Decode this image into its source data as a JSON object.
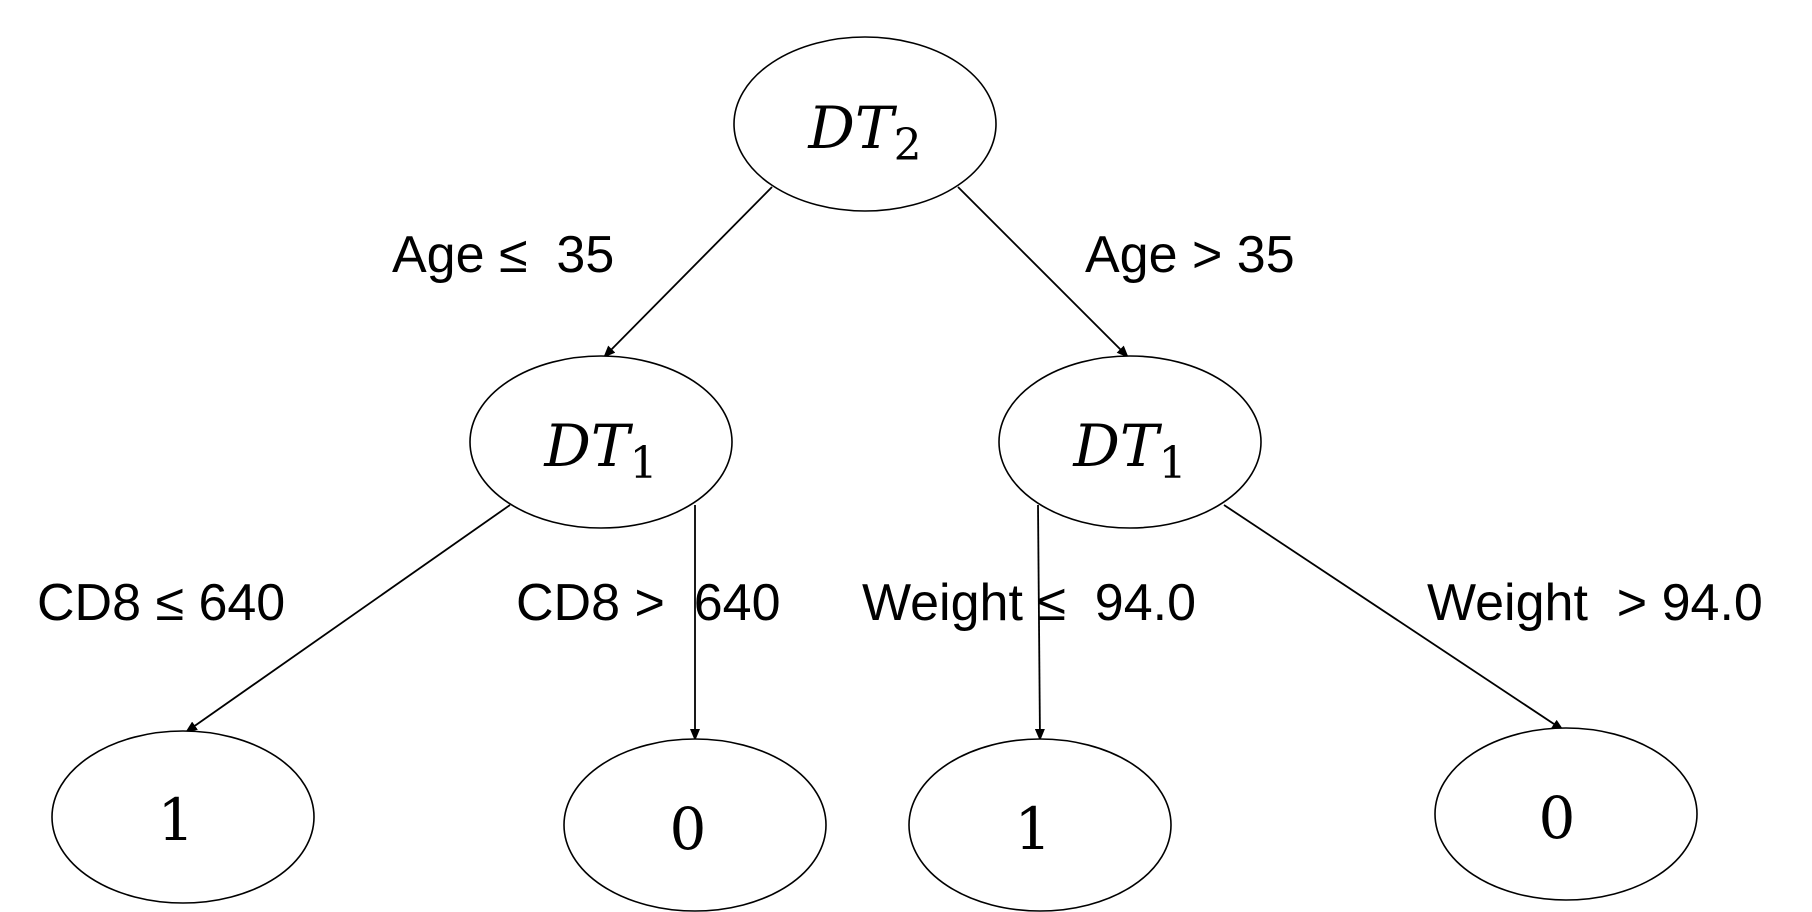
{
  "nodes": {
    "root": {
      "main": "DT",
      "sub": "2"
    },
    "left": {
      "main": "DT",
      "sub": "1"
    },
    "right": {
      "main": "DT",
      "sub": "1"
    },
    "leaf_ll": {
      "text": "1"
    },
    "leaf_lr": {
      "text": "0"
    },
    "leaf_rl": {
      "text": "1"
    },
    "leaf_rr": {
      "text": "0"
    }
  },
  "edges": {
    "root_left": "Age ≤  35",
    "root_right": "Age > 35",
    "left_left": "CD8 ≤ 640",
    "left_right": "CD8 >  640",
    "right_left": "Weight ≤  94.0",
    "right_right": "Weight  > 94.0"
  },
  "colors": {
    "stroke": "#000000",
    "background": "#ffffff"
  }
}
